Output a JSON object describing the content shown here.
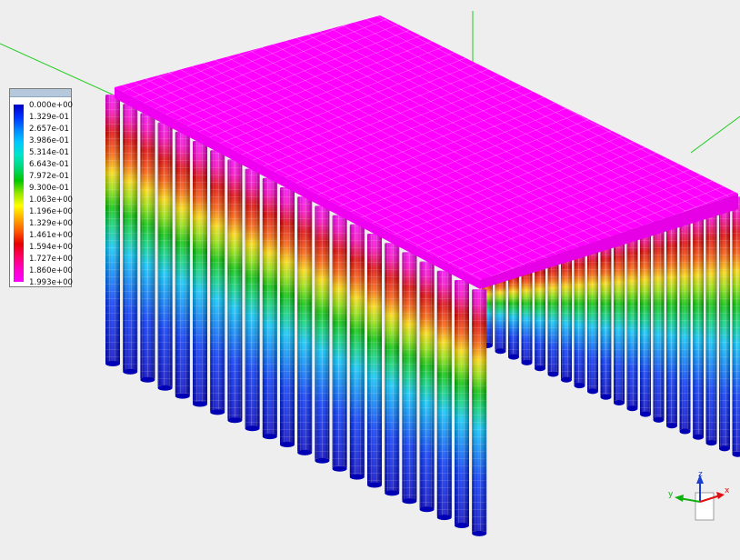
{
  "viewport": {
    "background": "#eeeeee",
    "model": "u-shaped table of column pillars with a slab top, contoured by a scalar field",
    "top_color": "#ff00ff",
    "mesh_line_color": "#ffffff",
    "axis_line_color": "#22cc22"
  },
  "legend": {
    "labels": [
      "0.000e+00",
      "1.329e-01",
      "2.657e-01",
      "3.986e-01",
      "5.314e-01",
      "6.643e-01",
      "7.972e-01",
      "9.300e-01",
      "1.063e+00",
      "1.196e+00",
      "1.329e+00",
      "1.461e+00",
      "1.594e+00",
      "1.727e+00",
      "1.860e+00",
      "1.993e+00"
    ],
    "colors": [
      "#0000c8",
      "#0032ff",
      "#0087ff",
      "#00c8ff",
      "#00e6c8",
      "#00d778",
      "#00c800",
      "#96e600",
      "#ffff00",
      "#ffaa00",
      "#ff5a00",
      "#e60000",
      "#ff0064",
      "#ff00c8",
      "#ff00ff"
    ]
  },
  "triad": {
    "x_label": "x",
    "y_label": "y",
    "z_label": "z"
  }
}
